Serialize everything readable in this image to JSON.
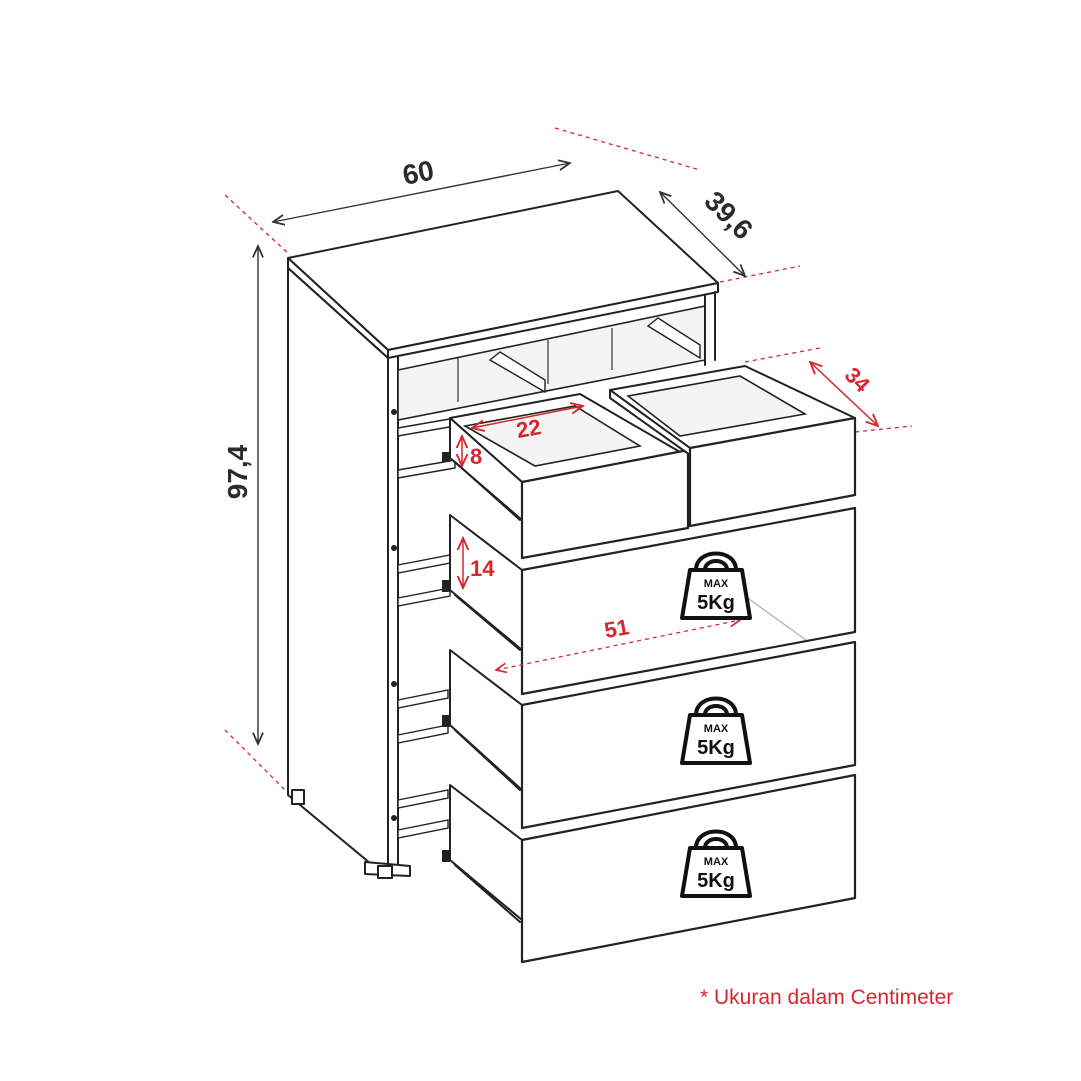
{
  "dimensions": {
    "width": "60",
    "depth": "39,6",
    "height": "97,4",
    "small_drawer_width": "22",
    "small_drawer_height": "8",
    "drawer_depth": "34",
    "large_drawer_height": "14",
    "large_drawer_width": "51"
  },
  "weight_badge": {
    "max_label": "MAX",
    "load_label": "5Kg"
  },
  "footnote": "* Ukuran dalam Centimeter",
  "colors": {
    "accent_red": "#d7262e",
    "line_dark": "#222222"
  }
}
